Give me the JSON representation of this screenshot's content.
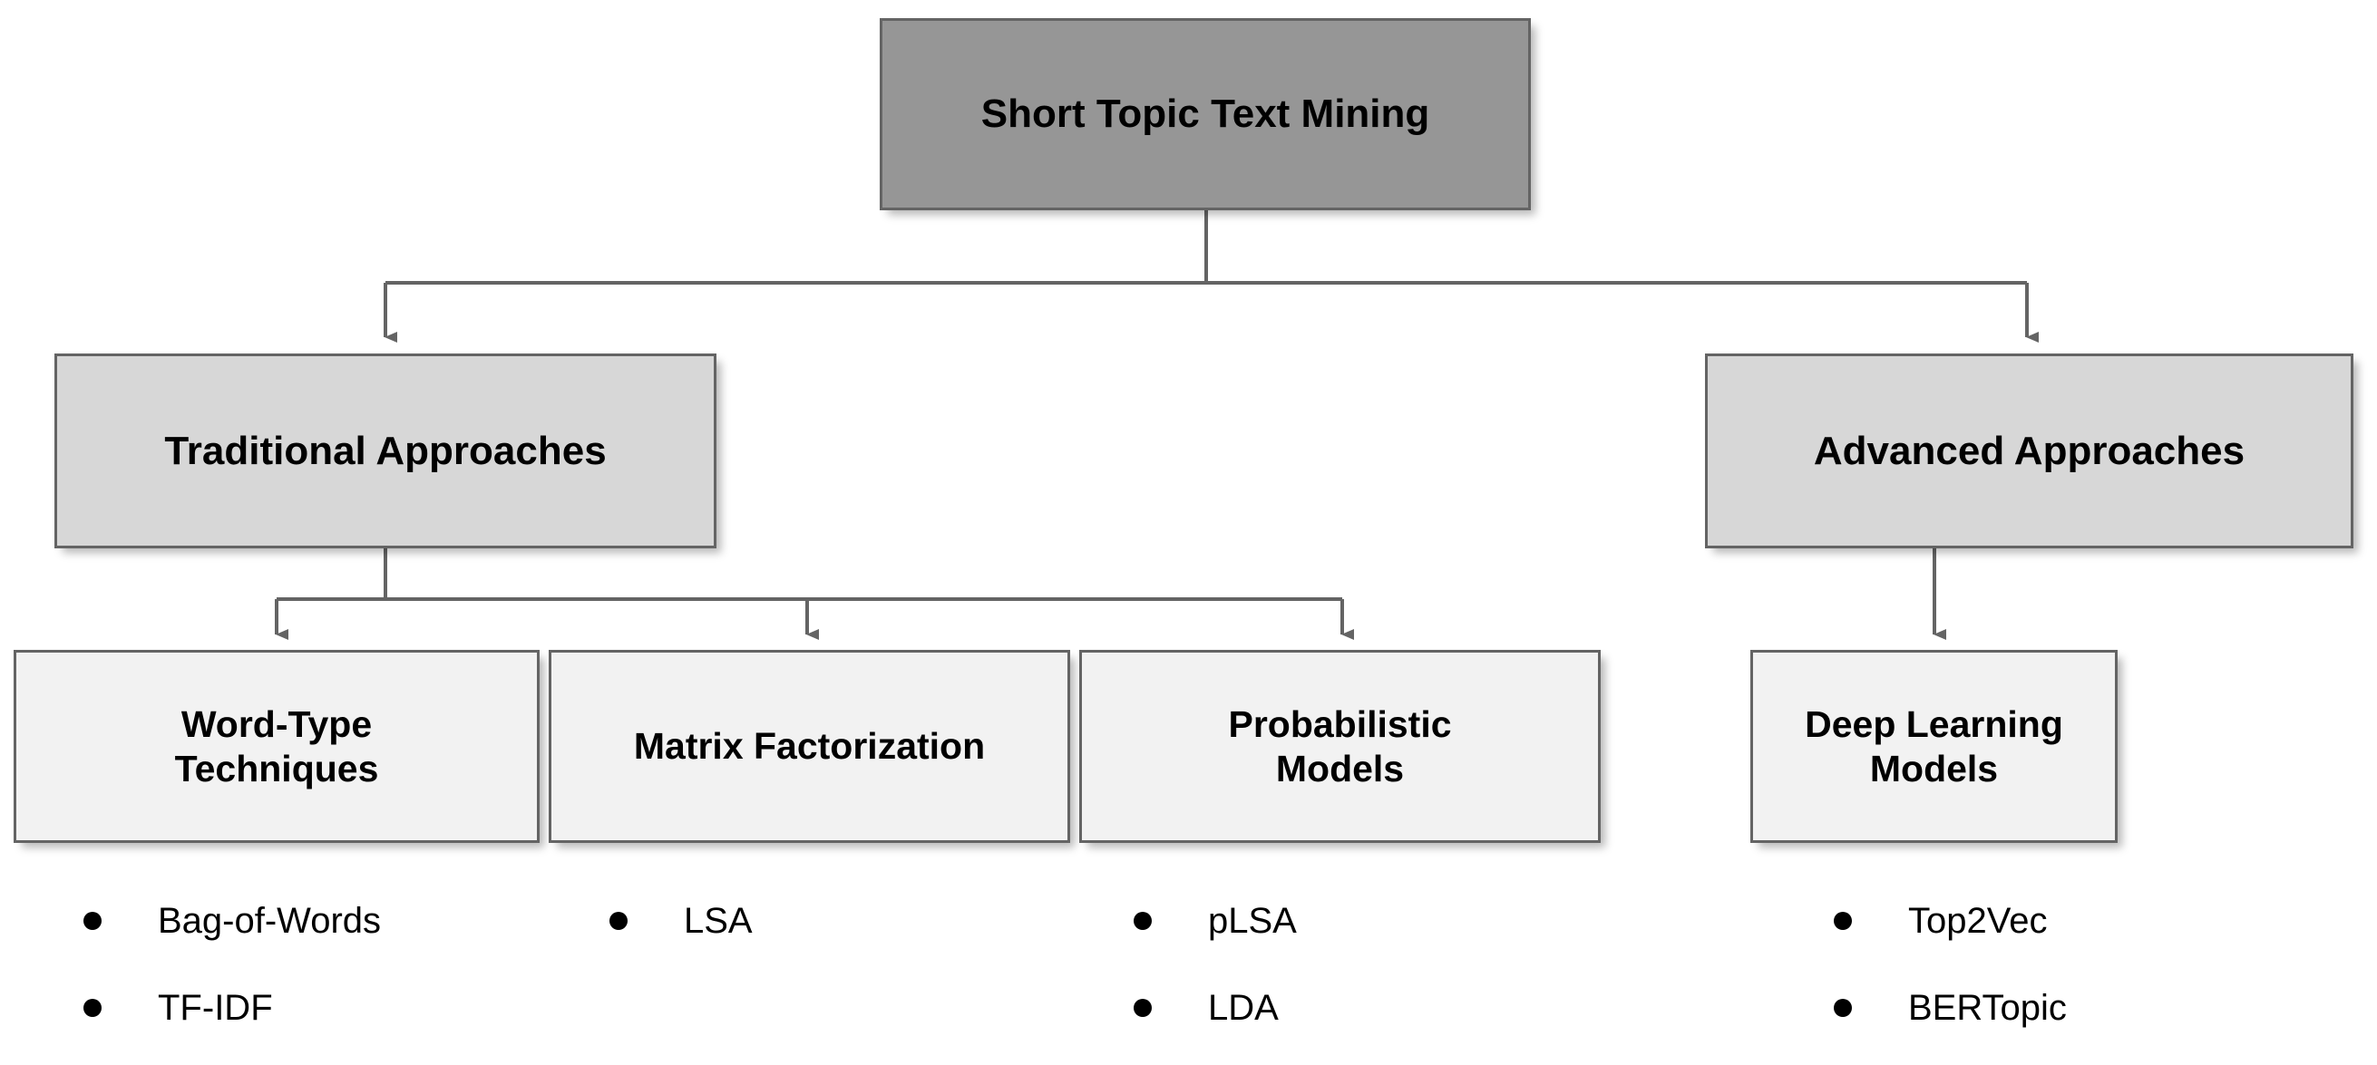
{
  "diagram": {
    "title": "Short Topic Text Mining",
    "type": "hierarchy-tree",
    "background_color": "#ffffff",
    "colors": {
      "root_fill": "#969696",
      "level_two_fill": "#d7d7d7",
      "level_three_fill": "#f2f2f2",
      "border": "#646464",
      "connector": "#646464",
      "text": "#000000",
      "bullet": "#000000"
    },
    "root": {
      "label": "Short Topic Text Mining"
    },
    "branches": [
      {
        "label": "Traditional Approaches",
        "children": [
          {
            "label": "Word-Type\nTechniques",
            "items": [
              "Bag-of-Words",
              "TF-IDF"
            ]
          },
          {
            "label": "Matrix Factorization",
            "items": [
              "LSA"
            ]
          },
          {
            "label": "Probabilistic\nModels",
            "items": [
              "pLSA",
              "LDA"
            ]
          }
        ]
      },
      {
        "label": "Advanced Approaches",
        "children": [
          {
            "label": "Deep Learning\nModels",
            "items": [
              "Top2Vec",
              "BERTopic"
            ]
          }
        ]
      }
    ]
  }
}
